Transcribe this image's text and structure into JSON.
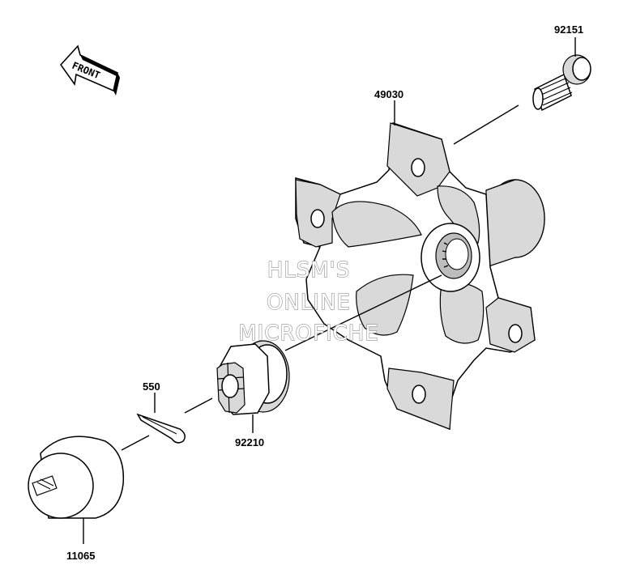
{
  "front_arrow": {
    "label": "FRONT"
  },
  "parts": {
    "bolt": {
      "number": "92151"
    },
    "hub": {
      "number": "49030"
    },
    "cotter_pin": {
      "number": "550"
    },
    "castle_nut": {
      "number": "92210"
    },
    "cap": {
      "number": "11065"
    }
  },
  "watermark": {
    "line1": "HLSM'S",
    "line2": "ONLINE",
    "line3": "MICROFICHE"
  }
}
